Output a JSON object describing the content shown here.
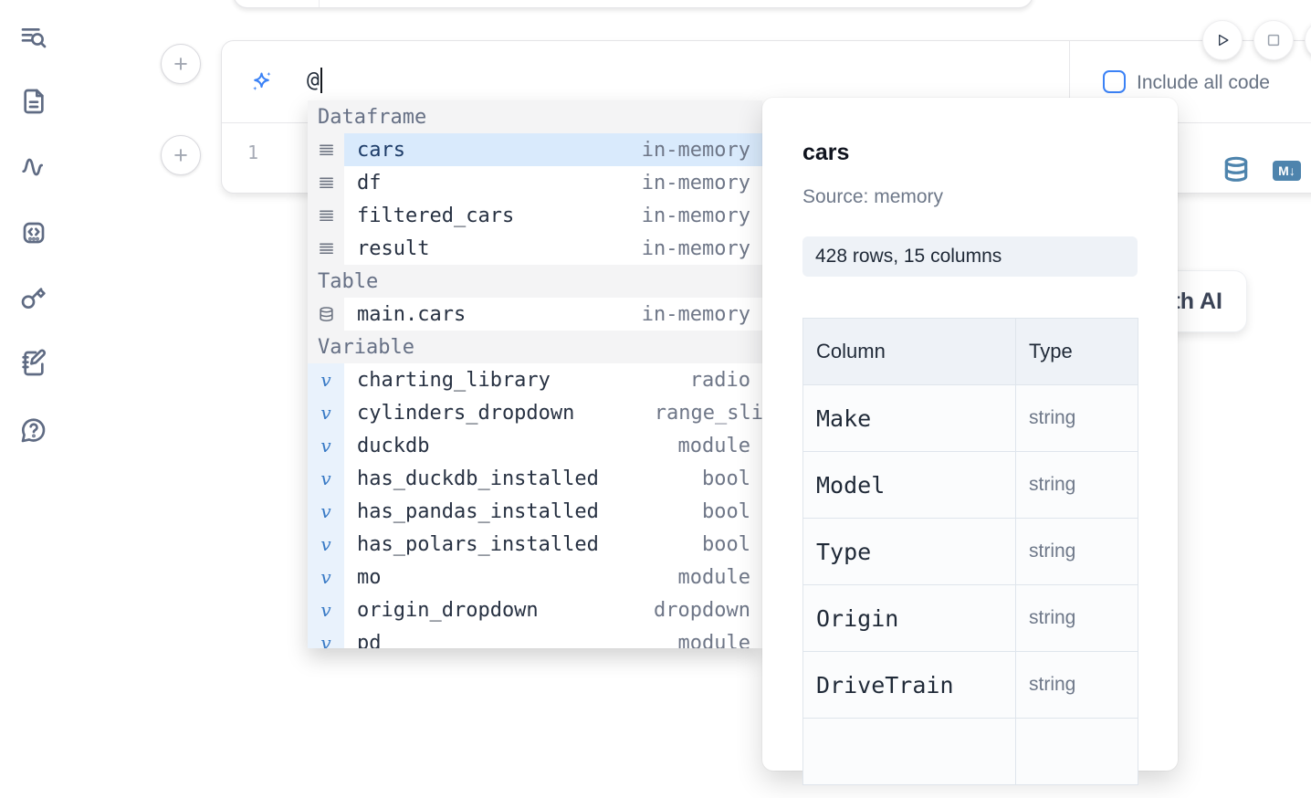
{
  "colors": {
    "accent_blue": "#3b82f6",
    "steel_blue": "#4e84ad",
    "selected_row_bg": "#d9eafc",
    "section_header_bg": "#f4f4f5",
    "variable_gutter_bg": "#e9f2fc",
    "panel_badge_bg": "#eef2f7"
  },
  "sidebar": {
    "items": [
      {
        "icon": "list-search-icon"
      },
      {
        "icon": "file-text-icon"
      },
      {
        "icon": "activity-icon"
      },
      {
        "icon": "code-square-icon"
      },
      {
        "icon": "key-icon"
      },
      {
        "icon": "notebook-pen-icon"
      },
      {
        "icon": "help-circle-icon"
      }
    ]
  },
  "add_cell_buttons": {
    "top_label": "+",
    "bottom_label": "+"
  },
  "run_controls": {
    "play_icon": "play-icon",
    "stop_icon": "stop-icon"
  },
  "ai_cell": {
    "sparkle_icon": "sparkles-icon",
    "prompt_value": "@",
    "include_all_code_label": "Include all code",
    "checkbox_checked": false,
    "line_number": "1",
    "markdown_badge_text": "M↓"
  },
  "autocomplete": {
    "sections": [
      {
        "label": "Dataframe",
        "items": [
          {
            "icon": "rows-icon",
            "name": "cars",
            "value": "in-memory",
            "selected": true
          },
          {
            "icon": "rows-icon",
            "name": "df",
            "value": "in-memory"
          },
          {
            "icon": "rows-icon",
            "name": "filtered_cars",
            "value": "in-memory"
          },
          {
            "icon": "rows-icon",
            "name": "result",
            "value": "in-memory"
          }
        ]
      },
      {
        "label": "Table",
        "items": [
          {
            "icon": "database-icon",
            "name": "main.cars",
            "value": "in-memory"
          }
        ]
      },
      {
        "label": "Variable",
        "items": [
          {
            "icon": "variable-icon",
            "name": "charting_library",
            "value": "radio"
          },
          {
            "icon": "variable-icon",
            "name": "cylinders_dropdown",
            "value": "range_sli",
            "clipped": true
          },
          {
            "icon": "variable-icon",
            "name": "duckdb",
            "value": "module"
          },
          {
            "icon": "variable-icon",
            "name": "has_duckdb_installed",
            "value": "bool"
          },
          {
            "icon": "variable-icon",
            "name": "has_pandas_installed",
            "value": "bool"
          },
          {
            "icon": "variable-icon",
            "name": "has_polars_installed",
            "value": "bool"
          },
          {
            "icon": "variable-icon",
            "name": "mo",
            "value": "module"
          },
          {
            "icon": "variable-icon",
            "name": "origin_dropdown",
            "value": "dropdown"
          },
          {
            "icon": "variable-icon",
            "name": "pd",
            "value": "module",
            "partial": true
          }
        ]
      }
    ]
  },
  "preview": {
    "title": "cars",
    "source": "Source: memory",
    "shape_badge": "428 rows, 15 columns",
    "table": {
      "headers": [
        "Column",
        "Type"
      ],
      "rows": [
        {
          "column": "Make",
          "type": "string"
        },
        {
          "column": "Model",
          "type": "string"
        },
        {
          "column": "Type",
          "type": "string"
        },
        {
          "column": "Origin",
          "type": "string"
        },
        {
          "column": "DriveTrain",
          "type": "string"
        },
        {
          "column": "",
          "type": "",
          "partial": true
        }
      ]
    }
  },
  "ai_button": {
    "label": "with AI"
  }
}
